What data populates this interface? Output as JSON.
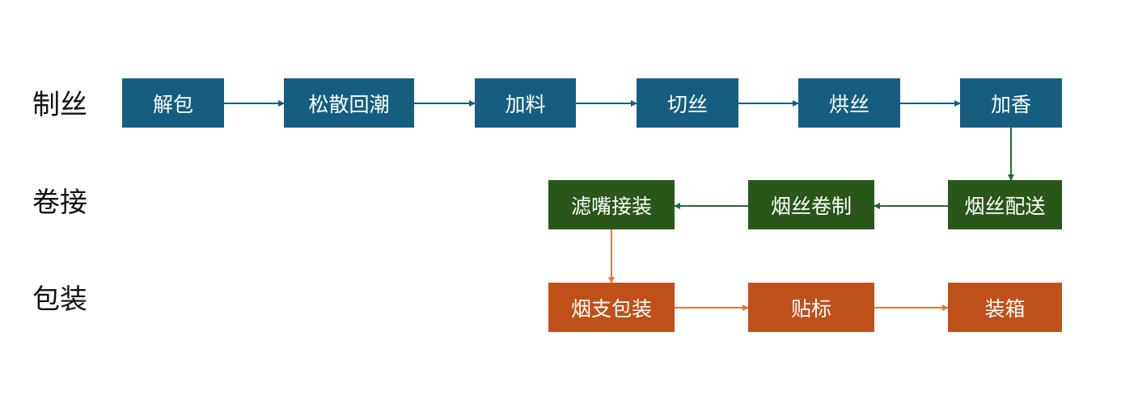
{
  "rows": [
    {
      "label": "制丝"
    },
    {
      "label": "卷接"
    },
    {
      "label": "包装"
    }
  ],
  "zhisi": {
    "steps": [
      "解包",
      "松散回潮",
      "加料",
      "切丝",
      "烘丝",
      "加香"
    ],
    "color": "#155e80"
  },
  "juanjie": {
    "steps": [
      "烟丝配送",
      "烟丝卷制",
      "滤嘴接装"
    ],
    "color": "#285719"
  },
  "baozhuang": {
    "steps": [
      "烟支包装",
      "贴标",
      "装箱"
    ],
    "color": "#c05019"
  }
}
